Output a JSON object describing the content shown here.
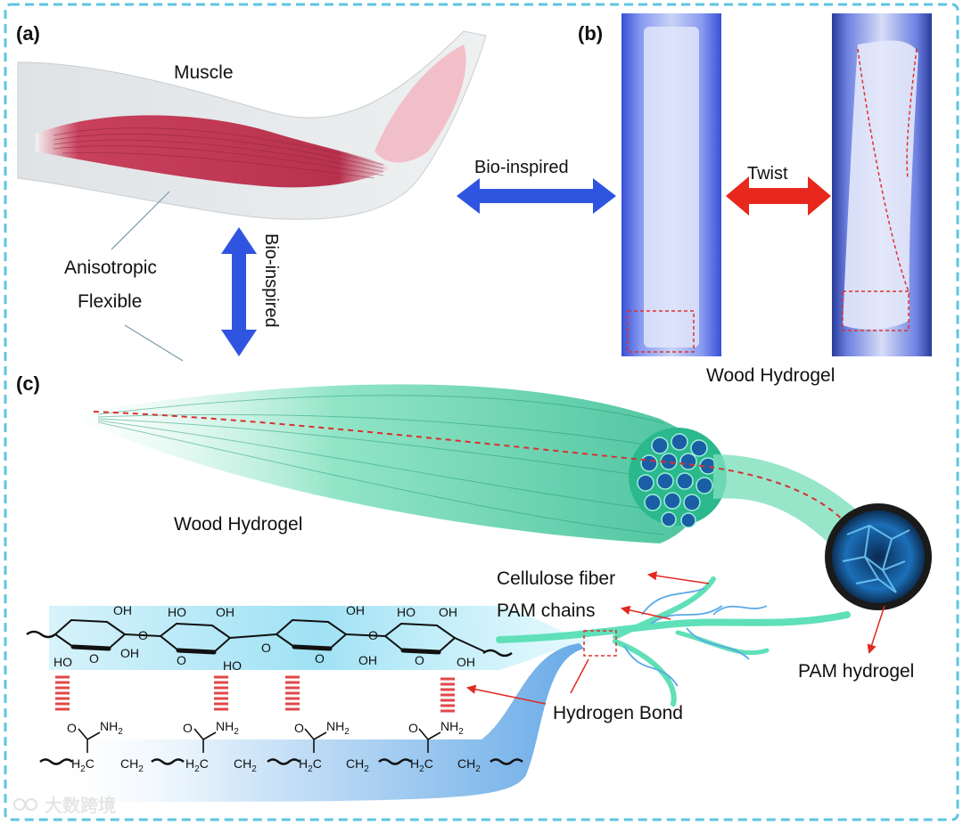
{
  "panels": {
    "a": {
      "letter": "(a)",
      "muscle": "Muscle",
      "anisotropic": "Anisotropic",
      "flexible": "Flexible",
      "arrow_vertical": "Bio-inspired"
    },
    "b": {
      "letter": "(b)",
      "arrow_horizontal": "Bio-inspired",
      "twist": "Twist",
      "caption": "Wood Hydrogel"
    },
    "c": {
      "letter": "(c)",
      "wood_hydrogel": "Wood  Hydrogel",
      "cellulose_fiber": "Cellulose fiber",
      "pam_chains": "PAM chains",
      "pam_hydrogel": "PAM hydrogel",
      "hydrogen_bond": "Hydrogen Bond"
    }
  },
  "chemistry": {
    "oh": "OH",
    "ho": "HO",
    "o": "O",
    "nh2": "NH",
    "nh2_sub": "2",
    "h2c": "H",
    "h2c_sub": "2",
    "h2c_c": "C",
    "ch2": "CH",
    "ch2_sub": "2"
  },
  "watermark": "大数跨境",
  "colors": {
    "frame": "#5ec6e0",
    "blue_arrow": "#2f55e0",
    "red_arrow": "#e8281c",
    "muscle": "#c8405c",
    "fiber": "#58d4a8",
    "dash": "#d93030"
  }
}
